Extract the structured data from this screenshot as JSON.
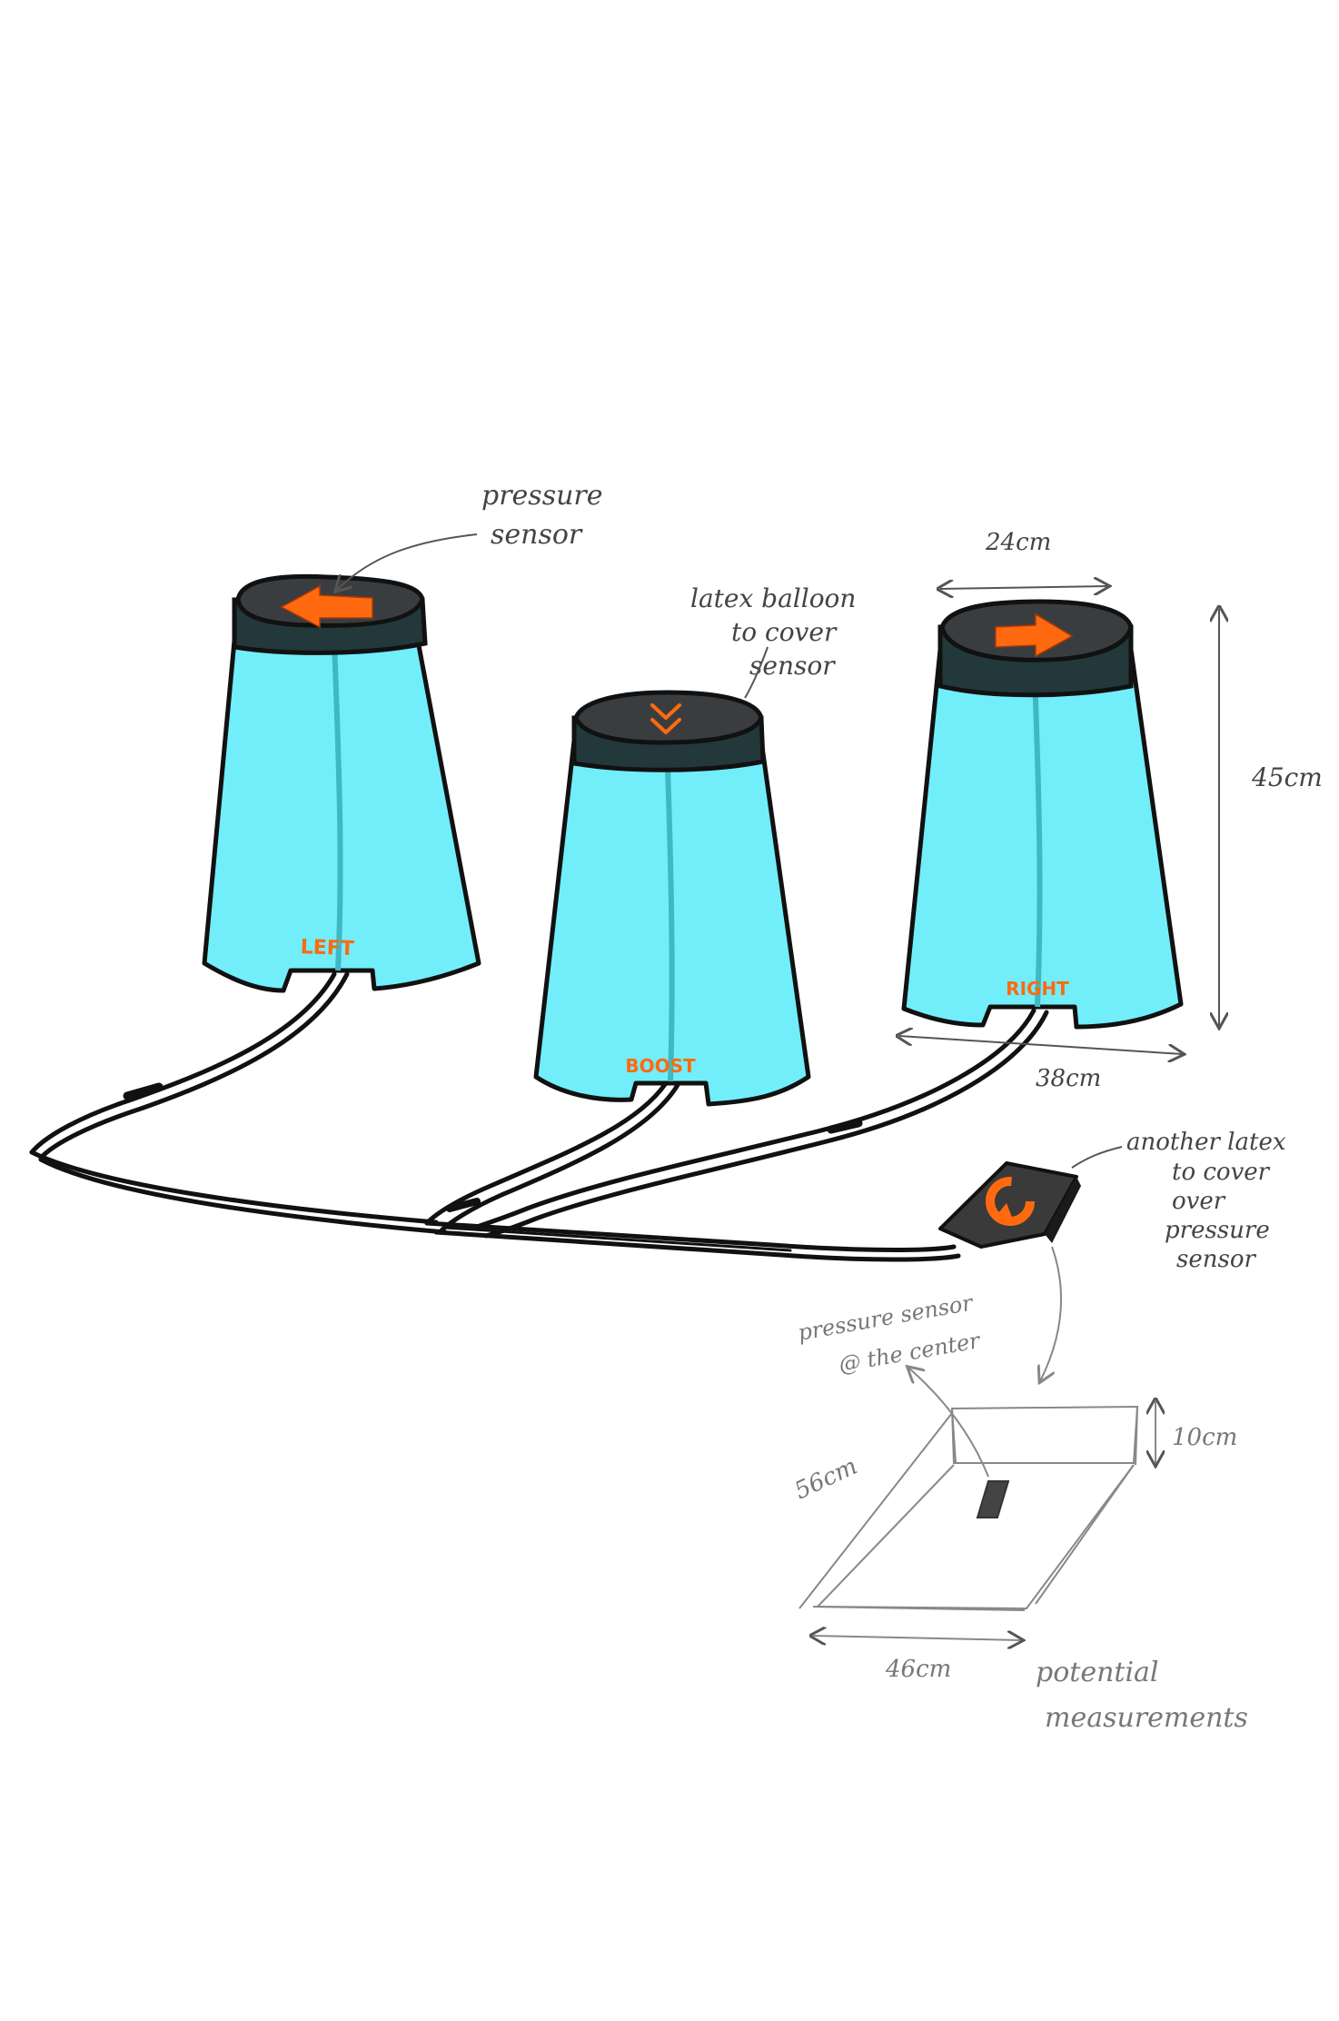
{
  "annotations": {
    "pressure_sensor": [
      "pressure",
      "sensor"
    ],
    "latex_balloon": [
      "latex balloon",
      "to cover",
      "sensor"
    ],
    "width_top": "24cm",
    "height": "45cm",
    "width_bottom": "38cm",
    "another_latex": [
      "another latex",
      "to cover",
      "over",
      "pressure",
      "sensor"
    ],
    "sensor_center": [
      "pressure sensor",
      "@ the center"
    ],
    "box_height": "10cm",
    "box_depth": "56cm",
    "box_width": "46cm",
    "potential_measurements": [
      "potential",
      "measurements"
    ]
  },
  "buttons": {
    "left": "LEFT",
    "boost": "BOOST",
    "right": "RIGHT"
  },
  "colors": {
    "body": "#71eefa",
    "top": "#3a3d40",
    "rim": "#22383b",
    "accent": "#ff6a10",
    "cable": "#111111",
    "pencil": "#888888"
  }
}
